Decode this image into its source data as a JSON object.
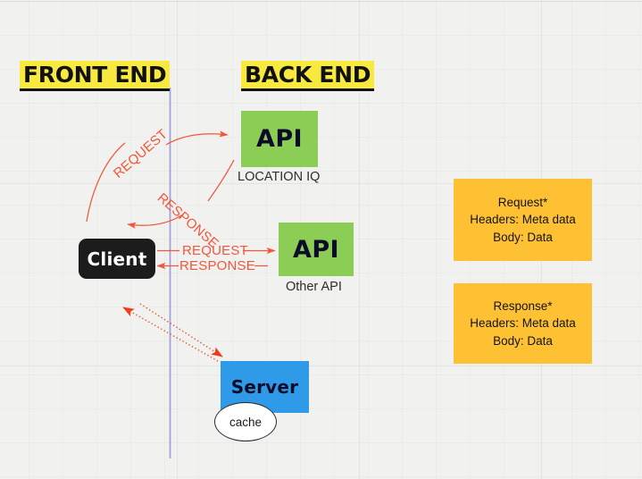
{
  "diagram": {
    "title_front": "FRONT END",
    "title_back": "BACK END",
    "divider_color": "#9a9ad8",
    "arrow_color": "#f1573a"
  },
  "nodes": {
    "client": {
      "label": "Client",
      "color": "#1c1c1c"
    },
    "api_location": {
      "label": "API",
      "caption": "LOCATION IQ",
      "color": "#8ccd56"
    },
    "api_other": {
      "label": "API",
      "caption": "Other API",
      "color": "#8ccd56"
    },
    "server": {
      "label": "Server",
      "color": "#2f9be8"
    },
    "cache": {
      "label": "cache",
      "color": "#ffffff"
    }
  },
  "arrow_labels": {
    "curve_request": "REQUEST",
    "curve_response": "RESPONSE",
    "straight_request": "REQUEST",
    "straight_response": "RESPONSE"
  },
  "notes": [
    {
      "name": "request-note",
      "text": "Request*\nHeaders: Meta data\nBody: Data",
      "color": "#fec134"
    },
    {
      "name": "response-note",
      "text": "Response*\nHeaders: Meta data\nBody: Data",
      "color": "#fec134"
    }
  ]
}
